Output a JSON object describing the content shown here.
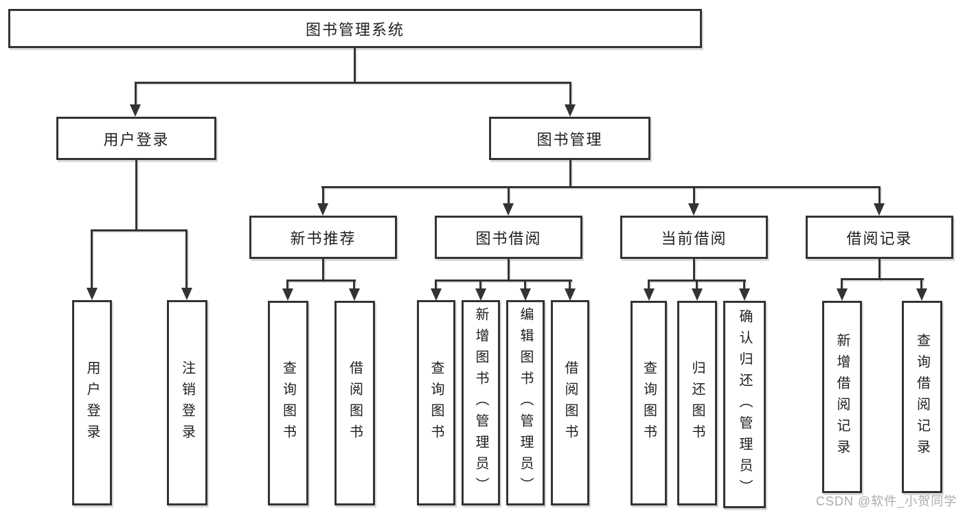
{
  "root": {
    "label": "图书管理系统"
  },
  "level2": [
    {
      "label": "用户登录"
    },
    {
      "label": "图书管理"
    }
  ],
  "level3": [
    {
      "label": "新书推荐",
      "parent": "图书管理"
    },
    {
      "label": "图书借阅",
      "parent": "图书管理"
    },
    {
      "label": "当前借阅",
      "parent": "图书管理"
    },
    {
      "label": "借阅记录",
      "parent": "图书管理"
    }
  ],
  "leaves": [
    {
      "label": "用户登录",
      "parent": "用户登录"
    },
    {
      "label": "注销登录",
      "parent": "用户登录"
    },
    {
      "label": "查询图书",
      "parent": "新书推荐"
    },
    {
      "label": "借阅图书",
      "parent": "新书推荐"
    },
    {
      "label": "查询图书",
      "parent": "图书借阅"
    },
    {
      "label": "新增图书（管理员）",
      "parent": "图书借阅"
    },
    {
      "label": "编辑图书（管理员）",
      "parent": "图书借阅"
    },
    {
      "label": "借阅图书",
      "parent": "图书借阅"
    },
    {
      "label": "查询图书",
      "parent": "当前借阅"
    },
    {
      "label": "归还图书",
      "parent": "当前借阅"
    },
    {
      "label": "确认归还（管理员）",
      "parent": "当前借阅"
    },
    {
      "label": "新增借阅记录",
      "parent": "借阅记录"
    },
    {
      "label": "查询借阅记录",
      "parent": "借阅记录"
    }
  ],
  "watermark": "CSDN @软件_小贺同学",
  "colors": {
    "line": "#333333",
    "box_background": "#ffffff",
    "watermark": "#ababad"
  }
}
